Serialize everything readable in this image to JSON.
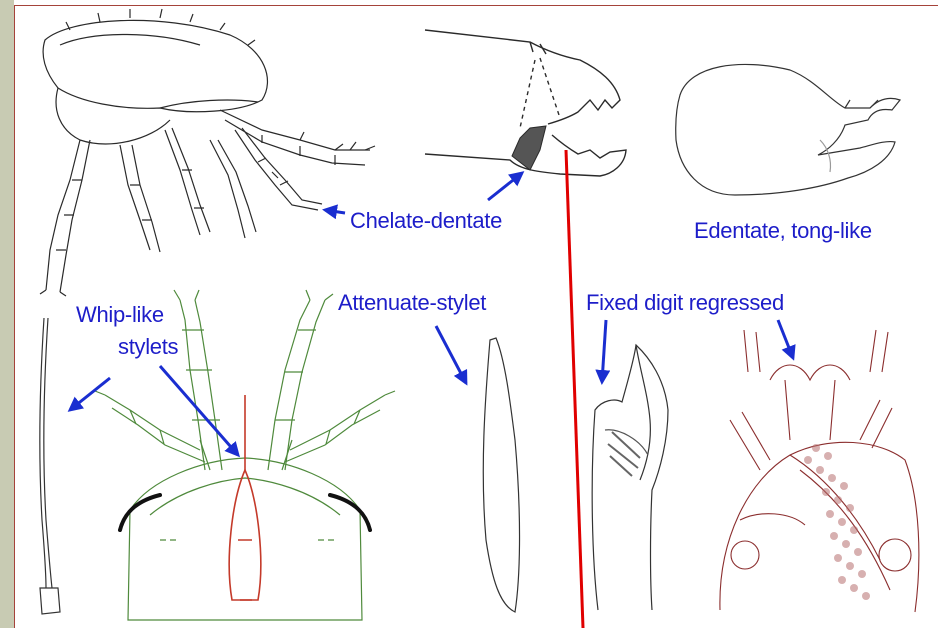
{
  "labels": {
    "chelate_dentate": "Chelate-dentate",
    "edentate": "Edentate, tong-like",
    "whip_like_line1": "Whip-like",
    "whip_like_line2": "stylets",
    "attenuate": "Attenuate-stylet",
    "fixed_digit": "Fixed digit regressed"
  },
  "colors": {
    "label_blue": "#1d1dc9",
    "arrow_blue": "#1a2ed0",
    "divider_red": "#e00000",
    "frame_red": "#a5433a",
    "side_bar": "#c8cbb3",
    "green_drawing": "#4f8a3c",
    "brown_drawing": "#8b2e2e"
  }
}
